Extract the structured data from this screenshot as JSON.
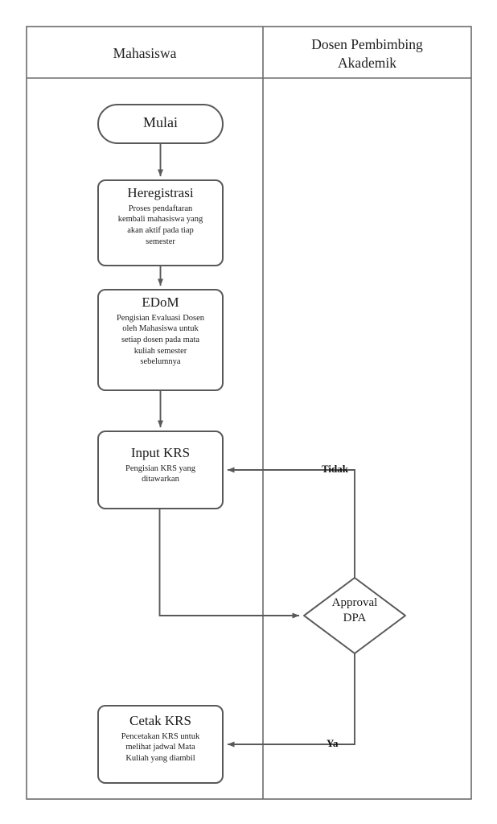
{
  "diagram": {
    "type": "swimlane-flowchart",
    "stroke_color": "#595959",
    "frame_color": "#666666",
    "background": "#ffffff"
  },
  "lanes": [
    {
      "id": "lane-mahasiswa",
      "title": "Mahasiswa"
    },
    {
      "id": "lane-dpa",
      "title": "Dosen Pembimbing\nAkademik",
      "title_line1": "Dosen Pembimbing",
      "title_line2": "Akademik"
    }
  ],
  "nodes": {
    "start": {
      "shape": "stadium",
      "title": "Mulai",
      "lane": "Mahasiswa"
    },
    "heregistrasi": {
      "shape": "process",
      "title": "Heregistrasi",
      "desc_line1": "Proses pendaftaran",
      "desc_line2": "kembali mahasiswa yang",
      "desc_line3": "akan aktif pada tiap",
      "desc_line4": "semester",
      "lane": "Mahasiswa"
    },
    "edom": {
      "shape": "process",
      "title": "EDoM",
      "desc_line1": "Pengisian Evaluasi Dosen",
      "desc_line2": "oleh Mahasiswa untuk",
      "desc_line3": "setiap dosen pada mata",
      "desc_line4": "kuliah semester",
      "desc_line5": "sebelumnya",
      "lane": "Mahasiswa"
    },
    "input_krs": {
      "shape": "process",
      "title": "Input KRS",
      "desc_line1": "Pengisian KRS yang",
      "desc_line2": "ditawarkan",
      "lane": "Mahasiswa"
    },
    "approval": {
      "shape": "decision",
      "title_line1": "Approval",
      "title_line2": "DPA",
      "lane": "Dosen Pembimbing Akademik"
    },
    "cetak_krs": {
      "shape": "process",
      "title": "Cetak KRS",
      "desc_line1": "Pencetakan KRS untuk",
      "desc_line2": "melihat jadwal Mata",
      "desc_line3": "Kuliah yang diambil",
      "lane": "Mahasiswa"
    }
  },
  "edges": [
    {
      "id": "edge-start-heregistrasi",
      "from": "start",
      "to": "heregistrasi",
      "label": ""
    },
    {
      "id": "edge-heregistrasi-edom",
      "from": "heregistrasi",
      "to": "edom",
      "label": ""
    },
    {
      "id": "edge-edom-input-krs",
      "from": "edom",
      "to": "input_krs",
      "label": ""
    },
    {
      "id": "edge-input-krs-approval",
      "from": "input_krs",
      "to": "approval",
      "label": ""
    },
    {
      "id": "edge-approval-input-krs",
      "from": "approval",
      "to": "input_krs",
      "label": "Tidak"
    },
    {
      "id": "edge-approval-cetak-krs",
      "from": "approval",
      "to": "cetak_krs",
      "label": "Ya"
    }
  ],
  "edge_labels": {
    "tidak": "Tidak",
    "ya": "Ya"
  }
}
